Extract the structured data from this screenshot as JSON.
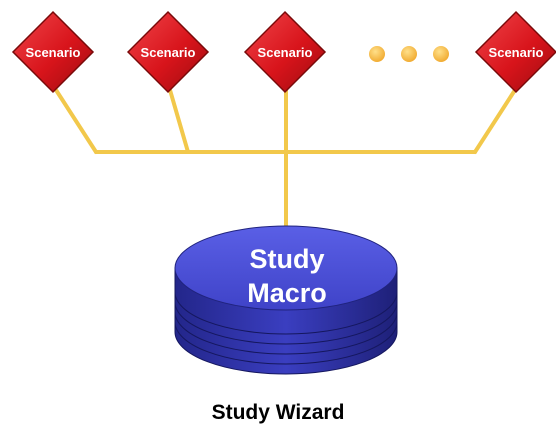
{
  "scenarios": [
    {
      "label": "Scenario"
    },
    {
      "label": "Scenario"
    },
    {
      "label": "Scenario"
    },
    {
      "label": "Scenario"
    }
  ],
  "ellipsis_dots": 3,
  "stack": {
    "line1": "Study",
    "line2": "Macro",
    "layers": 5
  },
  "caption": "Study Wizard",
  "colors": {
    "connector": "#F2C84B",
    "diamond": "#D8141B",
    "diamond_edge": "#7A0A0A",
    "dots": "#F3B53B",
    "disk_top": "#4B4FD8",
    "disk_side": "#2B2E9E",
    "text_light": "#FFFFFF",
    "text_dark": "#000000"
  }
}
